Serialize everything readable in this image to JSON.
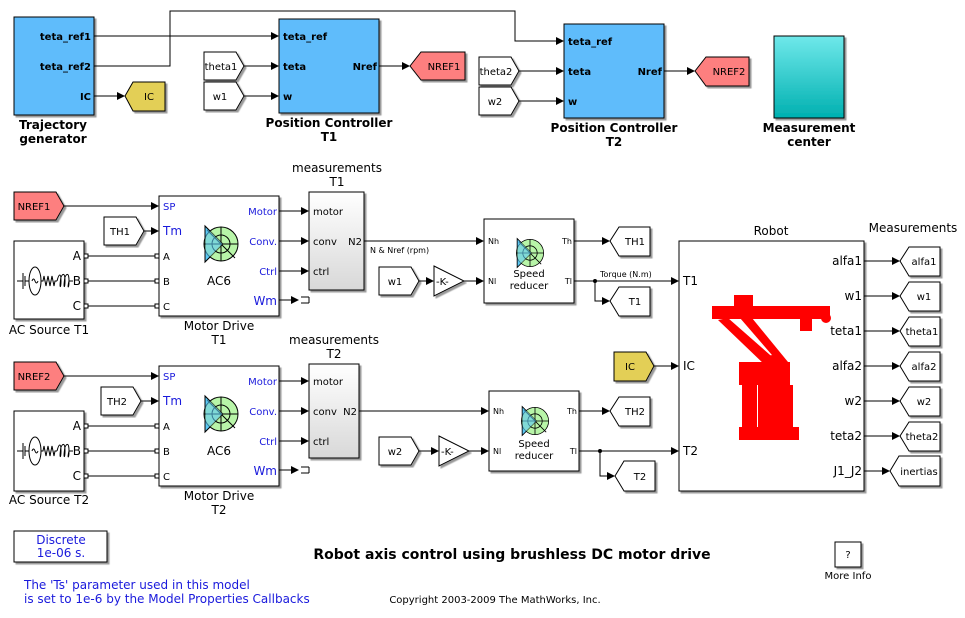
{
  "title": "Robot axis control using brushless DC motor drive",
  "copyright": "Copyright 2003-2009 The MathWorks, Inc.",
  "note": [
    "The 'Ts' parameter used in this model",
    "is set to 1e-6  by the Model Properties Callbacks"
  ],
  "powergui": {
    "line1": "Discrete",
    "line2": "1e-06 s."
  },
  "more_info": {
    "button": "?",
    "label": "More Info"
  },
  "colors": {
    "subsystem": "#5fbcfb",
    "goto_red": "#fd7f7f",
    "goto_yellow": "#e3cf57",
    "robot": "#ff0000",
    "port_blue": "#1a1adc"
  },
  "trajectory": {
    "label": [
      "Trajectory",
      "generator"
    ],
    "ports": [
      "teta_ref1",
      "teta_ref2",
      "IC"
    ]
  },
  "pc1": {
    "label": [
      "Position Controller",
      "T1"
    ],
    "in": [
      "teta_ref",
      "teta",
      "w"
    ],
    "out": "Nref"
  },
  "pc2": {
    "label": [
      "Position Controller",
      "T2"
    ],
    "in": [
      "teta_ref",
      "teta",
      "w"
    ],
    "out": "Nref"
  },
  "measurement_center": {
    "label": [
      "Measurement",
      "center"
    ]
  },
  "tags": {
    "IC": "IC",
    "theta1": "theta1",
    "w1": "w1",
    "NREF1": "NREF1",
    "theta2": "theta2",
    "w2": "w2",
    "NREF2": "NREF2",
    "TH1": "TH1",
    "TH2": "TH2",
    "T1": "T1",
    "T2": "T2"
  },
  "drive1": {
    "label": [
      "Motor Drive",
      "T1"
    ],
    "in": [
      "SP",
      "Tm",
      "A",
      "B",
      "C"
    ],
    "out": [
      "Motor",
      "Conv.",
      "Ctrl",
      "Wm"
    ],
    "model": "AC6"
  },
  "drive2": {
    "label": [
      "Motor Drive",
      "T2"
    ],
    "in": [
      "SP",
      "Tm",
      "A",
      "B",
      "C"
    ],
    "out": [
      "Motor",
      "Conv.",
      "Ctrl",
      "Wm"
    ],
    "model": "AC6"
  },
  "source1": {
    "label": "AC Source T1",
    "ports": [
      "A",
      "B",
      "C"
    ]
  },
  "source2": {
    "label": "AC Source T2",
    "ports": [
      "A",
      "B",
      "C"
    ]
  },
  "meas1": {
    "label": [
      "measurements",
      "T1"
    ],
    "in": [
      "motor",
      "conv",
      "ctrl"
    ],
    "out": "N2"
  },
  "meas2": {
    "label": [
      "measurements",
      "T2"
    ],
    "in": [
      "motor",
      "conv",
      "ctrl"
    ],
    "out": "N2"
  },
  "signal_speed": "N & Nref (rpm)",
  "signal_torque": "Torque (N.m)",
  "gain": "-K-",
  "reducer1": {
    "label": [
      "Speed",
      "reducer"
    ],
    "in": [
      "Nh",
      "Nl"
    ],
    "out": [
      "Th",
      "Tl"
    ]
  },
  "reducer2": {
    "label": [
      "Speed",
      "reducer"
    ],
    "in": [
      "Nh",
      "Nl"
    ],
    "out": [
      "Th",
      "Tl"
    ]
  },
  "robot": {
    "title": "Robot",
    "in": [
      "T1",
      "IC",
      "T2"
    ],
    "out": [
      "alfa1",
      "w1",
      "teta1",
      "alfa2",
      "w2",
      "teta2",
      "J1_J2"
    ]
  },
  "measurements": {
    "title": "Measurements",
    "tags": [
      "alfa1",
      "w1",
      "theta1",
      "alfa2",
      "w2",
      "theta2",
      "inertias"
    ]
  }
}
